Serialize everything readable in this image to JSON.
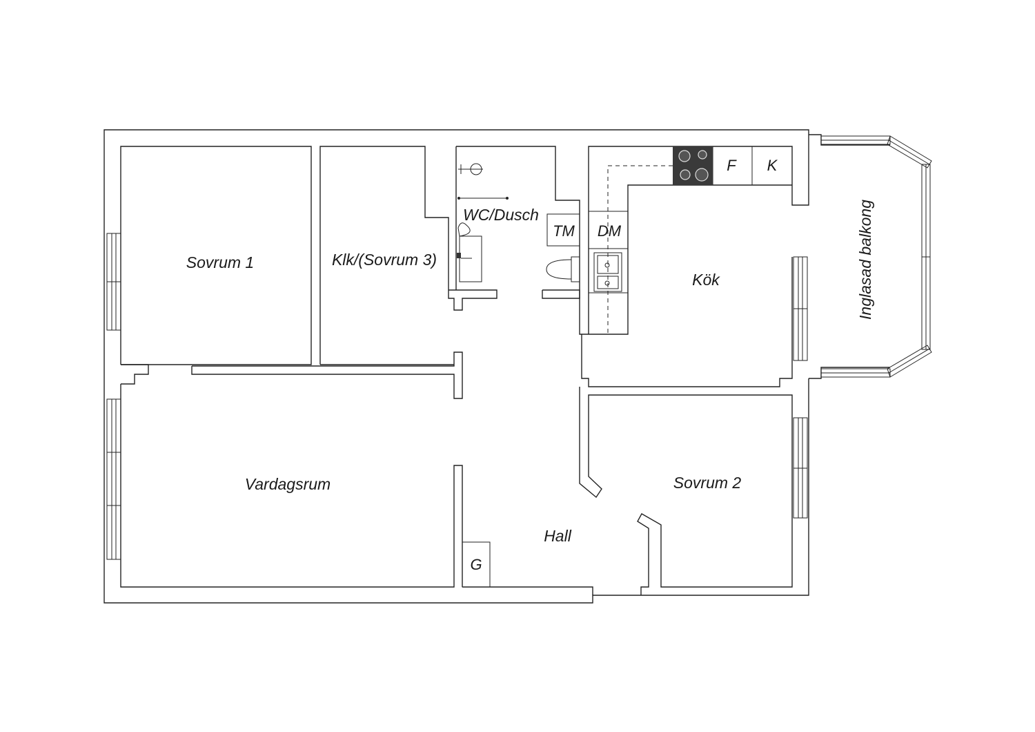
{
  "floorplan": {
    "rooms": {
      "sovrum1": "Sovrum 1",
      "klk": "Klk/(Sovrum 3)",
      "wc": "WC/Dusch",
      "kok": "Kök",
      "balkong": "Inglasad balkong",
      "vardagsrum": "Vardagsrum",
      "hall": "Hall",
      "sovrum2": "Sovrum 2"
    },
    "fixtures": {
      "tm": "TM",
      "dm": "DM",
      "f": "F",
      "k": "K",
      "g": "G"
    }
  }
}
